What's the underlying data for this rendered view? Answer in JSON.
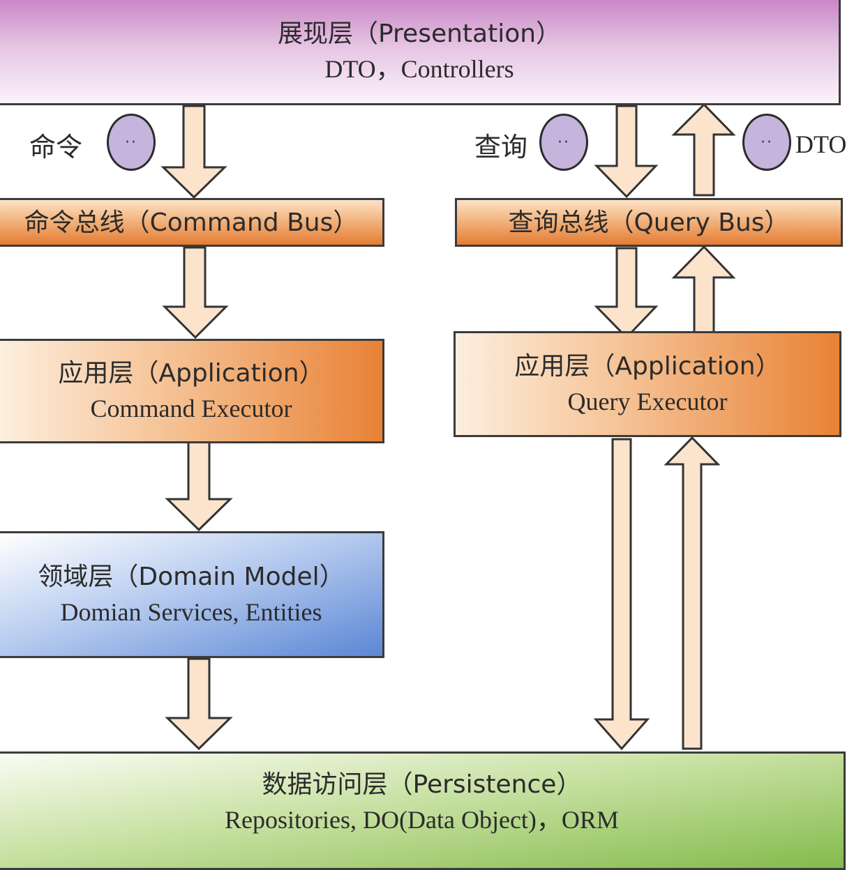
{
  "presentation": {
    "title": "展现层（Presentation）",
    "subtitle": "DTO，Controllers"
  },
  "command": {
    "label": "命令",
    "token": "··"
  },
  "query": {
    "label": "查询",
    "token": "··"
  },
  "dto_return": {
    "label": "DTO",
    "token": "··"
  },
  "command_bus": {
    "title": "命令总线（Command Bus）"
  },
  "query_bus": {
    "title": "查询总线（Query Bus）"
  },
  "app_command": {
    "title": "应用层（Application）",
    "subtitle": "Command Executor"
  },
  "app_query": {
    "title": "应用层（Application）",
    "subtitle": "Query Executor"
  },
  "domain": {
    "title": "领域层（Domain Model）",
    "subtitle": "Domian Services, Entities"
  },
  "persistence": {
    "title": "数据访问层（Persistence）",
    "subtitle": "Repositories, DO(Data Object)，ORM"
  },
  "colors": {
    "arrow_fill": "#fbe3cc",
    "arrow_stroke": "#333333",
    "presentation": "#d9a7d6",
    "application": "#f0a060",
    "domain": "#6f95dc",
    "persistence": "#9ccc65",
    "token": "#c6b4dc"
  }
}
